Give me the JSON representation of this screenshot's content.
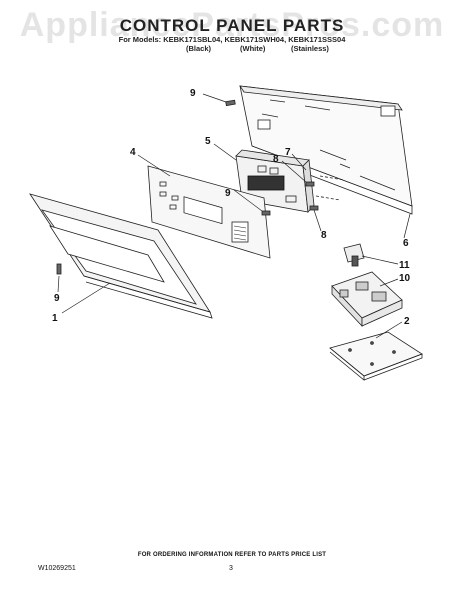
{
  "watermark": "AppliancePartsPros.com",
  "header": {
    "title": "CONTROL PANEL PARTS",
    "models": "For Models: KEBK171SBL04, KEBK171SWH04, KEBK171SSS04",
    "variants": [
      "(Black)",
      "(White)",
      "(Stainless)"
    ]
  },
  "callouts": [
    "9",
    "5",
    "7",
    "8",
    "4",
    "9",
    "8",
    "6",
    "11",
    "10",
    "9",
    "1",
    "2"
  ],
  "footer": {
    "note": "FOR ORDERING INFORMATION REFER TO PARTS PRICE LIST",
    "doc_number": "W10269251",
    "page_number": "3"
  }
}
